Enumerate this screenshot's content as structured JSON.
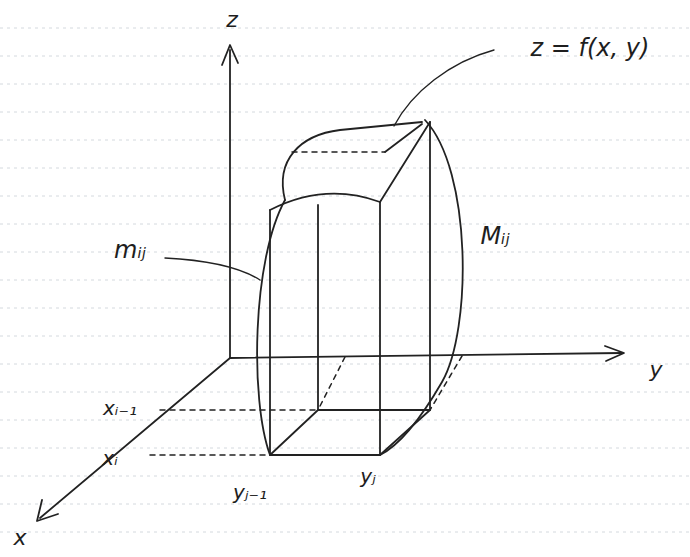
{
  "diagram": {
    "labels": [
      "z",
      "z = f(x, y)",
      "mᵢⱼ",
      "Mᵢⱼ",
      "xᵢ₋₁",
      "xᵢ",
      "yⱼ₋₁",
      "yⱼ",
      "y",
      "x"
    ]
  }
}
